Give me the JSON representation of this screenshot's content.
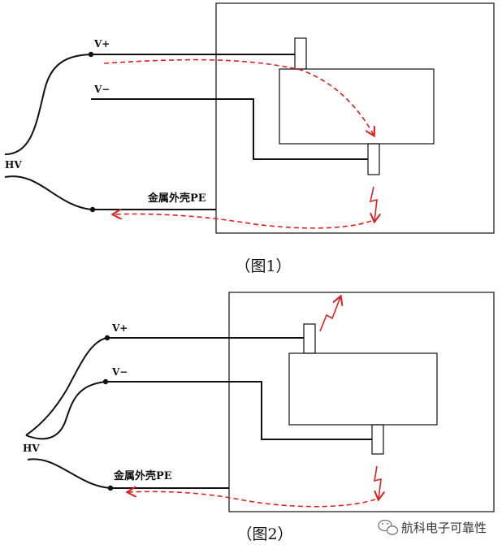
{
  "figure1": {
    "vplus": "V+",
    "vminus": "V−",
    "hv": "HV",
    "pe": "金属外壳PE",
    "caption": "（图1）"
  },
  "figure2": {
    "vplus": "V+",
    "vminus": "V−",
    "hv": "HV",
    "pe": "金属外壳PE",
    "caption": "（图2）"
  },
  "watermark": "航科电子可靠性",
  "colors": {
    "wire": "#111111",
    "current": "#e02020"
  }
}
